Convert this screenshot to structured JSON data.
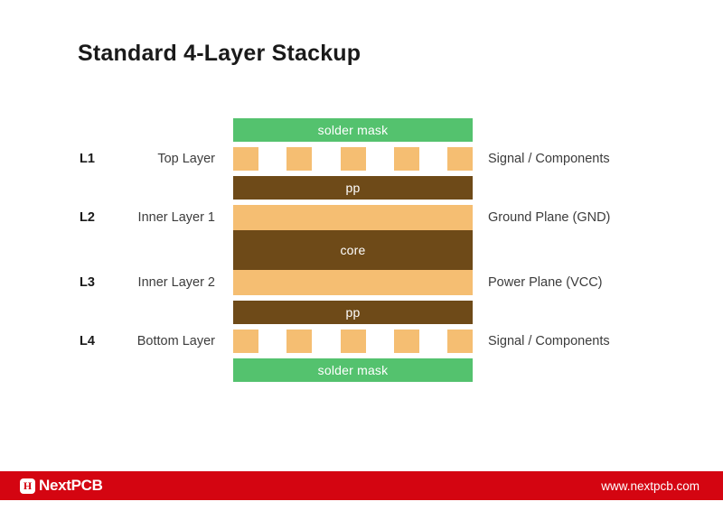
{
  "page": {
    "title": "Standard 4-Layer Stackup",
    "background_color": "#ffffff"
  },
  "colors": {
    "solder_mask": "#54c26e",
    "copper": "#f5be72",
    "dielectric": "#6e4a18",
    "brand_red": "#d40511",
    "title_text": "#1a1a1a",
    "label_text": "#3c3c3c"
  },
  "stackup": {
    "rows": [
      {
        "kind": "band",
        "material": "solder-mask",
        "band_label": "solder mask",
        "layer_code": "",
        "layer_name": "",
        "function": "",
        "height": 26
      },
      {
        "kind": "pads",
        "material": "copper",
        "band_label": "",
        "layer_code": "L1",
        "layer_name": "Top Layer",
        "function": "Signal / Components",
        "pad_count": 5,
        "height": 26
      },
      {
        "kind": "band",
        "material": "dielectric",
        "band_label": "pp",
        "layer_code": "",
        "layer_name": "",
        "function": "",
        "height": 26
      },
      {
        "kind": "band",
        "material": "copper",
        "band_label": "",
        "layer_code": "L2",
        "layer_name": "Inner Layer 1",
        "function": "Ground Plane (GND)",
        "height": 28
      },
      {
        "kind": "band",
        "material": "dielectric",
        "band_label": "core",
        "layer_code": "",
        "layer_name": "",
        "function": "",
        "height": 44
      },
      {
        "kind": "band",
        "material": "copper",
        "band_label": "",
        "layer_code": "L3",
        "layer_name": "Inner Layer 2",
        "function": "Power Plane (VCC)",
        "height": 28
      },
      {
        "kind": "band",
        "material": "dielectric",
        "band_label": "pp",
        "layer_code": "",
        "layer_name": "",
        "function": "",
        "height": 26
      },
      {
        "kind": "pads",
        "material": "copper",
        "band_label": "",
        "layer_code": "L4",
        "layer_name": "Bottom Layer",
        "function": "Signal / Components",
        "pad_count": 5,
        "height": 26
      },
      {
        "kind": "band",
        "material": "solder-mask",
        "band_label": "solder mask",
        "layer_code": "",
        "layer_name": "",
        "function": "",
        "height": 26
      }
    ]
  },
  "footer": {
    "logo_glyph": "H",
    "brand_name": "NextPCB",
    "url": "www.nextpcb.com"
  }
}
